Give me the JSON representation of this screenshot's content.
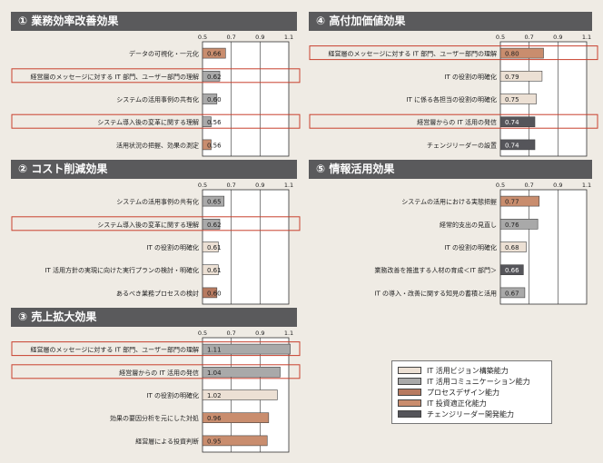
{
  "colors": {
    "vision": "#ece0d4",
    "communication": "#a9a9a9",
    "process": "#b77a60",
    "investment": "#c98d6e",
    "change_leader": "#55555a",
    "highlight": "#c8402e",
    "header_bg": "#5a5a5c",
    "page_bg": "#efebe4"
  },
  "legend": {
    "items": [
      {
        "label": "IT 活用ビジョン構築能力",
        "color_key": "vision"
      },
      {
        "label": "IT 活用コミュニケーション能力",
        "color_key": "communication"
      },
      {
        "label": "プロセスデザイン能力",
        "color_key": "process"
      },
      {
        "label": "IT 投資適正化能力",
        "color_key": "investment"
      },
      {
        "label": "チェンジリーダー開発能力",
        "color_key": "change_leader"
      }
    ]
  },
  "chart_data": [
    {
      "type": "bar",
      "title": "① 業務効率改善効果",
      "xlim": [
        0.5,
        1.1
      ],
      "ticks": [
        "0.5",
        "0.7",
        "0.9",
        "1.1"
      ],
      "categories": [
        "データの可視化・一元化",
        "経営層のメッセージに対する IT 部門、ユーザー部門の理解",
        "システムの活用事例の共有化",
        "システム導入後の変革に関する理解",
        "活用状況の把握、効果の測定"
      ],
      "values": [
        0.66,
        0.62,
        0.6,
        0.56,
        0.56
      ],
      "value_labels": [
        "0.66",
        "0.62",
        "0.60",
        "0.56",
        "0.56"
      ],
      "color_keys": [
        "investment",
        "communication",
        "communication",
        "communication",
        "investment"
      ],
      "highlighted": [
        false,
        true,
        false,
        true,
        false
      ]
    },
    {
      "type": "bar",
      "title": "② コスト削減効果",
      "xlim": [
        0.5,
        1.1
      ],
      "ticks": [
        "0.5",
        "0.7",
        "0.9",
        "1.1"
      ],
      "categories": [
        "システムの活用事例の共有化",
        "システム導入後の変革に関する理解",
        "IT の役割の明確化",
        "IT 活用方針の実現に向けた実行プランの検討・明確化",
        "あるべき業務プロセスの検討"
      ],
      "values": [
        0.65,
        0.62,
        0.61,
        0.61,
        0.6
      ],
      "value_labels": [
        "0.65",
        "0.62",
        "0.61",
        "0.61",
        "0.60"
      ],
      "color_keys": [
        "communication",
        "communication",
        "vision",
        "vision",
        "process"
      ],
      "highlighted": [
        false,
        true,
        false,
        false,
        false
      ]
    },
    {
      "type": "bar",
      "title": "③ 売上拡大効果",
      "xlim": [
        0.5,
        1.1
      ],
      "ticks": [
        "0.5",
        "0.7",
        "0.9",
        "1.1"
      ],
      "categories": [
        "経営層のメッセージに対する IT 部門、ユーザー部門の理解",
        "経営層からの IT 活用の発信",
        "IT の役割の明確化",
        "効果の要因分析を元にした対処",
        "経営層による投資判断"
      ],
      "values": [
        1.11,
        1.04,
        1.02,
        0.96,
        0.95
      ],
      "value_labels": [
        "1.11",
        "1.04",
        "1.02",
        "0.96",
        "0.95"
      ],
      "color_keys": [
        "communication",
        "communication",
        "vision",
        "investment",
        "investment"
      ],
      "highlighted": [
        true,
        true,
        false,
        false,
        false
      ]
    },
    {
      "type": "bar",
      "title": "④ 高付加価値効果",
      "xlim": [
        0.5,
        1.1
      ],
      "ticks": [
        "0.5",
        "0.7",
        "0.9",
        "1.1"
      ],
      "categories": [
        "経営層のメッセージに対する IT 部門、ユーザー部門の理解",
        "IT の役割の明確化",
        "IT に係る各担当の役割の明確化",
        "経営層からの IT 活用の発信",
        "チェンジリーダーの設置"
      ],
      "values": [
        0.8,
        0.79,
        0.75,
        0.74,
        0.74
      ],
      "value_labels": [
        "0.80",
        "0.79",
        "0.75",
        "0.74",
        "0.74"
      ],
      "color_keys": [
        "investment",
        "vision",
        "vision",
        "change_leader",
        "change_leader"
      ],
      "highlighted": [
        true,
        false,
        false,
        true,
        false
      ]
    },
    {
      "type": "bar",
      "title": "⑤ 情報活用効果",
      "xlim": [
        0.5,
        1.1
      ],
      "ticks": [
        "0.5",
        "0.7",
        "0.9",
        "1.1"
      ],
      "categories": [
        "システムの活用における実態把握",
        "経常的支出の見直し",
        "IT の役割の明確化",
        "業務改善を推進する人材の育成＜IT 部門＞",
        "IT の導入・改善に関する知見の蓄積と活用"
      ],
      "values": [
        0.77,
        0.76,
        0.68,
        0.66,
        0.67
      ],
      "value_labels": [
        "0.77",
        "0.76",
        "0.68",
        "0.66",
        "0.67"
      ],
      "color_keys": [
        "investment",
        "communication",
        "vision",
        "change_leader",
        "communication"
      ],
      "highlighted": [
        false,
        false,
        false,
        false,
        false
      ]
    }
  ]
}
